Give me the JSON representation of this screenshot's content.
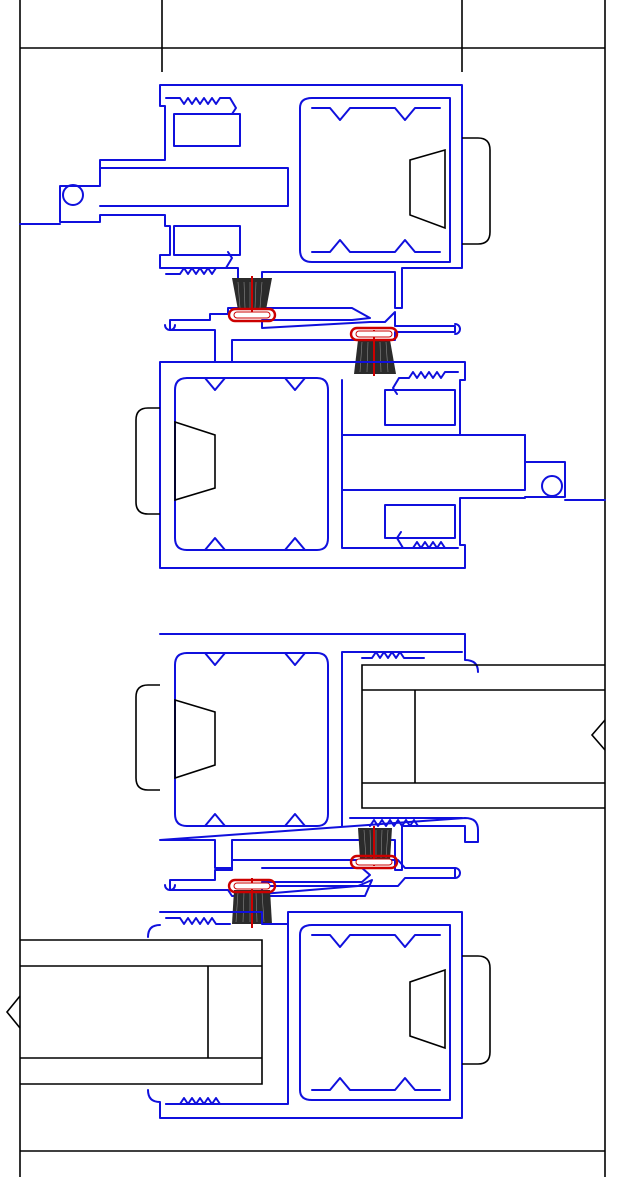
{
  "title": "",
  "colors": {
    "profile": "#1010dd",
    "frame_lines": "#000000",
    "seal_brush": "#333333",
    "seal_holder": "#cc0000",
    "background": "#ffffff"
  },
  "components": [
    "outer-frame",
    "sash-profile-top-left",
    "sash-profile-top-right",
    "sash-profile-bottom-right",
    "sash-profile-bottom-left",
    "brush-seal",
    "glass-unit-right",
    "glass-unit-left",
    "gasket-insert"
  ]
}
